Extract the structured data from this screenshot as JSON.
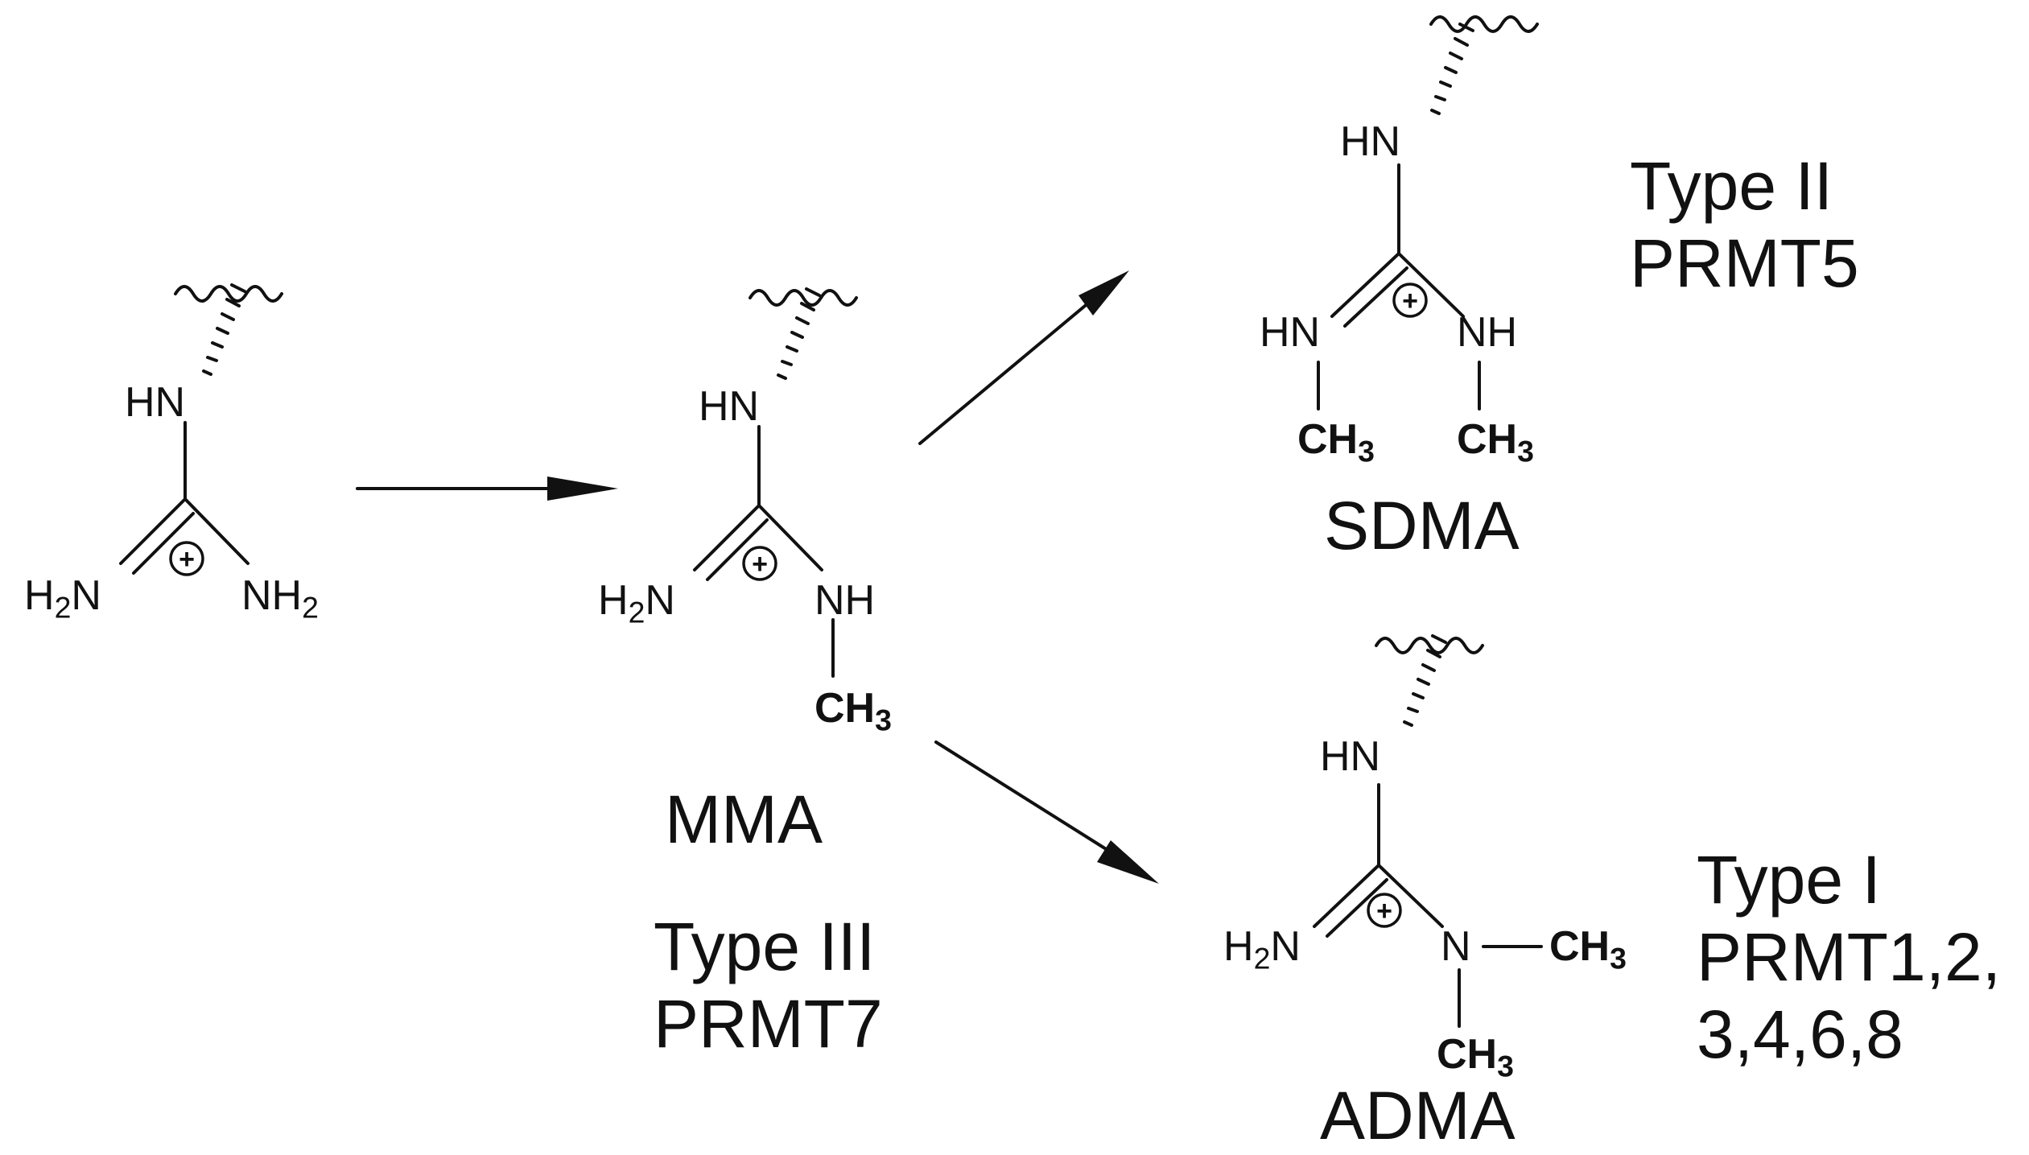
{
  "molecules": {
    "arg": {
      "top": "HN",
      "left": "H",
      "left_sub": "2",
      "left_post": "N",
      "right": "NH",
      "right_sub": "2"
    },
    "mma": {
      "top": "HN",
      "left": "H",
      "left_sub": "2",
      "left_post": "N",
      "right": "NH",
      "methyl": "CH",
      "methyl_sub": "3",
      "name": "MMA"
    },
    "sdma": {
      "top": "HN",
      "left": "HN",
      "right": "NH",
      "methyl1": "CH",
      "methyl1_sub": "3",
      "methyl2": "CH",
      "methyl2_sub": "3",
      "name": "SDMA"
    },
    "adma": {
      "top": "HN",
      "left": "H",
      "left_sub": "2",
      "left_post": "N",
      "right": "N",
      "methyl1": "CH",
      "methyl1_sub": "3",
      "methyl2": "CH",
      "methyl2_sub": "3",
      "name": "ADMA"
    }
  },
  "enzymes": {
    "type_iii": {
      "line1": "Type III",
      "line2": "PRMT7"
    },
    "type_ii": {
      "line1": "Type II",
      "line2": "PRMT5"
    },
    "type_i": {
      "line1": "Type I",
      "line2": "PRMT1,2,",
      "line3": "3,4,6,8"
    }
  },
  "charge_symbol": "+"
}
